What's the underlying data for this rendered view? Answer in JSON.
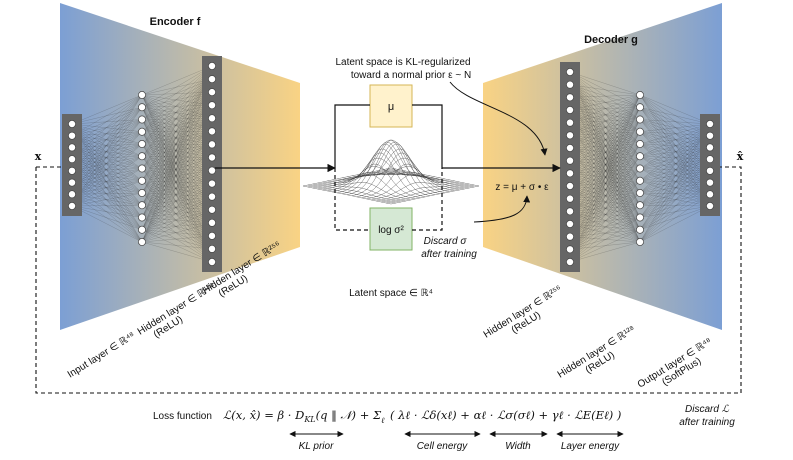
{
  "encoder": {
    "title": "Encoder f",
    "input_label": "Input layer ∈ ℝ⁴⁸",
    "hidden128_label_1": "Hidden layer ∈ ℝ¹²⁸",
    "hidden128_label_2": "(ReLU)",
    "hidden256_label_1": "Hidden layer ∈ ℝ²⁵⁶",
    "hidden256_label_2": "(ReLU)",
    "input_var": "x"
  },
  "decoder": {
    "title": "Decoder g",
    "hidden256_label_1": "Hidden layer ∈ ℝ²⁵⁶",
    "hidden256_label_2": "(ReLU)",
    "hidden128_label_1": "Hidden layer ∈ ℝ¹²⁸",
    "hidden128_label_2": "(ReLU)",
    "output_label_1": "Output layer ∈ ℝ⁴⁸",
    "output_label_2": "(SoftPlus)",
    "output_var": "x̂"
  },
  "latent": {
    "note_line1": "Latent space is KL-regularized",
    "note_line2": "toward a normal prior ε ~ N",
    "mu": "μ",
    "logvar": "log σ²",
    "reparam": "z = μ + σ • ε",
    "discard_sigma_1": "Discard σ",
    "discard_sigma_2": "after training",
    "space_label": "Latent space ∈ ℝ⁴"
  },
  "loss": {
    "prefix": "Loss function",
    "lhs": "ℒ(x, x̂) = β · D",
    "kl_sub": "KL",
    "kl_arg": "(q ‖ 𝒩) + Σ",
    "sum_sub": "ℓ",
    "term1": "( λℓ · ℒδ(xℓ) + αℓ · ℒσ(σℓ) + γℓ · ℒE(Eℓ) )",
    "kl_prior": "KL prior",
    "cell_energy": "Cell energy",
    "width": "Width",
    "layer_energy": "Layer energy",
    "discard_loss_1": "Discard ℒ",
    "discard_loss_2": "after training"
  },
  "colors": {
    "blue": "#7c9fd4",
    "orange": "#f7cf80",
    "mu_fill": "#fff2cc",
    "mu_stroke": "#d6b656",
    "logvar_fill": "#d5e8d4",
    "logvar_stroke": "#82b366",
    "layer_bar": "#666666"
  },
  "layers": {
    "enc_input_nodes": 8,
    "enc_h128_nodes": 13,
    "enc_h256_nodes": 16,
    "dec_h256_nodes": 16,
    "dec_h128_nodes": 13,
    "dec_output_nodes": 8
  }
}
